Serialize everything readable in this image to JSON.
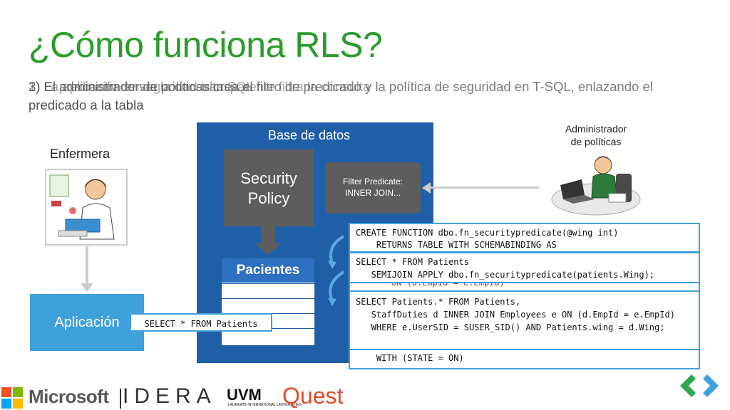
{
  "slide": {
    "title": "¿Cómo funciona RLS?",
    "subtitle_layers": [
      "3) El administrador de políticas crea el filtro de predicado y la política de seguridad en T-SQL, enlazando el",
      "2) La aplicación envía la consulta SQL",
      "1) El predicado de seguridad transparente filtra la consulta"
    ],
    "subtitle_line2": "predicado a la tabla"
  },
  "actors": {
    "nurse": "Enfermera",
    "admin_line1": "Administrador",
    "admin_line2": "de políticas",
    "app": "Aplicación"
  },
  "database": {
    "label": "Base de datos",
    "filter_line1": "Filter Predicate:",
    "filter_line2": "INNER JOIN...",
    "policy_line1": "Security",
    "policy_line2": "Policy",
    "table_header": "Pacientes"
  },
  "queries": {
    "app_query": "SELECT * FROM Patients",
    "create_line1": "CREATE FUNCTION dbo.fn_securitypredicate(@wing int)",
    "create_line2": "    RETURNS TABLE WITH SCHEMABINDING AS",
    "semijoin_line1": "SELECT * FROM Patients",
    "semijoin_line2": "   SEMIJOIN APPLY dbo.fn_securitypredicate(patients.Wing);",
    "ghost_line": "    ON (d.EmpId = e.EmpId)",
    "rewritten_line1": "SELECT Patients.* FROM Patients,",
    "rewritten_line2": "   StaffDuties d INNER JOIN Employees e ON (d.EmpId = e.EmpId)",
    "rewritten_line3": "   WHERE e.UserSID = SUSER_SID() AND Patients.wing = d.Wing;",
    "state_line": "    WITH (STATE = ON)"
  },
  "logos": {
    "microsoft": "Microsoft",
    "idera": "IDERA",
    "uvm": "UVM",
    "uvm_sub": "LAUREATE INTERNATIONAL UNIVERSITIES",
    "quest": "Quest"
  },
  "colors": {
    "title_green": "#2a9c2a",
    "db_blue": "#1f5fa8",
    "app_blue": "#3ea1dc",
    "policy_gray": "#5d5d5d",
    "quest_orange": "#e24a2c"
  }
}
